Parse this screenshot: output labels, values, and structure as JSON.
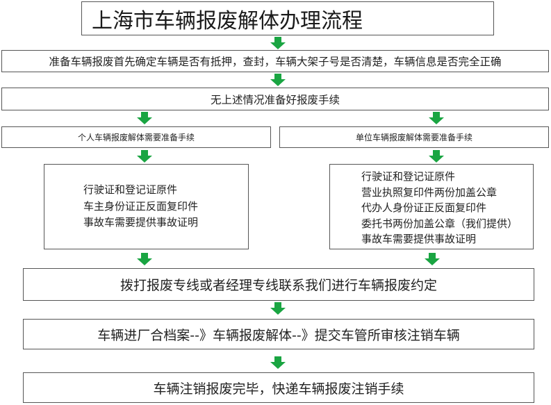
{
  "title": "上海市车辆报废解体办理流程",
  "step_check": "准备车辆报废首先确定车辆是否有抵押，查封，车辆大架子号是否清楚，车辆信息是否完全正确",
  "step_none": "无上述情况准备好报废手续",
  "personal": {
    "heading": "个人车辆报废解体需要准备手续",
    "items": [
      "行驶证和登记证原件",
      "车主身份证正反面复印件",
      "事故车需要提供事故证明"
    ]
  },
  "company": {
    "heading": "单位车辆报废解体需要准备手续",
    "items": [
      "行驶证和登记证原件",
      "营业执照复印件两份加盖公章",
      "代办人身份证正反面复印件",
      "委托书两份加盖公章（我们提供）",
      "事故车需要提供事故证明"
    ]
  },
  "step_call": "拨打报废专线或者经理专线联系我们进行车辆报废约定",
  "step_process": "车辆进厂合档案--》车辆报废解体--》提交车管所审核注销车辆",
  "step_done": "车辆注销报废完毕，快递车辆报废注销手续",
  "colors": {
    "arrow": "#1aa542",
    "border": "#555555"
  }
}
